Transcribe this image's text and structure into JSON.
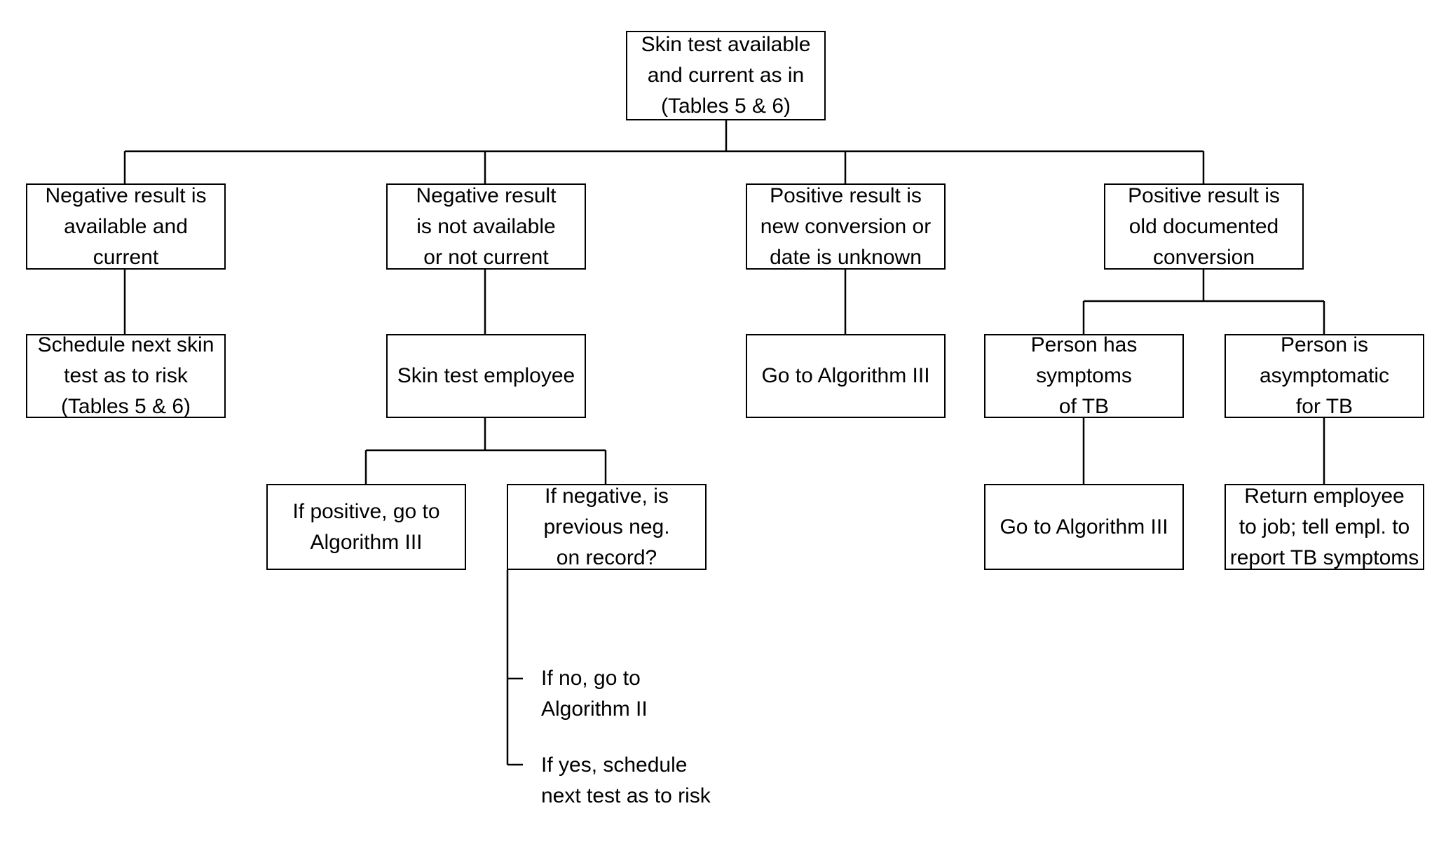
{
  "nodes": {
    "root": "Skin test available\nand current as in\n(Tables 5 & 6)",
    "neg_available": "Negative result is\navailable and\ncurrent",
    "neg_not_available": "Negative result\nis not available\nor not current",
    "pos_new": "Positive result is\nnew conversion or\ndate is unknown",
    "pos_old": "Positive result is\nold documented\nconversion",
    "schedule_next": "Schedule next skin\ntest as to risk\n(Tables 5 & 6)",
    "skin_test_employee": "Skin test employee",
    "go_alg3_a": "Go to Algorithm III",
    "has_symptoms": "Person has\nsymptoms\nof TB",
    "asymptomatic": "Person is\nasymptomatic\nfor TB",
    "if_positive": "If positive, go to\nAlgorithm III",
    "if_negative": "If negative, is\nprevious neg.\non record?",
    "go_alg3_b": "Go to Algorithm III",
    "return_employee": "Return employee\nto job; tell empl. to\nreport TB symptoms",
    "if_no": "If no, go to\nAlgorithm II",
    "if_yes": "If yes, schedule\nnext test as to risk"
  },
  "colors": {
    "line": "#000000",
    "background": "#ffffff"
  }
}
